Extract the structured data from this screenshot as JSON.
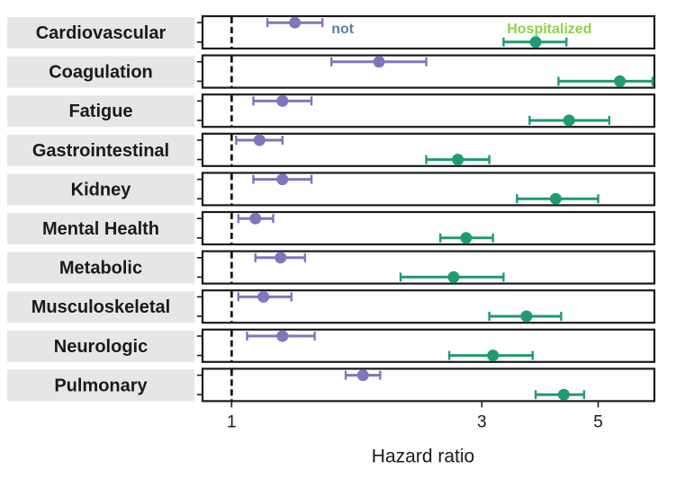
{
  "chart_data": {
    "type": "forest",
    "xlabel": "Hazard ratio",
    "x_scale": "log",
    "xlim": [
      0.88,
      6.4
    ],
    "x_ticks": [
      1,
      3,
      5
    ],
    "x_tick_labels": [
      "1",
      "3",
      "5"
    ],
    "reference_line": 1,
    "legend": [
      {
        "name": "not",
        "color": "#5a7fa8",
        "placement": "top, inside first panel"
      },
      {
        "name": "Hospitalized",
        "color": "#8dd14a",
        "placement": "top, inside first panel"
      }
    ],
    "colors": {
      "not": "#8175bd",
      "Hospitalized": "#1f9a74"
    },
    "categories": [
      "Cardiovascular",
      "Coagulation",
      "Fatigue",
      "Gastrointestinal",
      "Kidney",
      "Mental Health",
      "Metabolic",
      "Musculoskeletal",
      "Neurologic",
      "Pulmonary"
    ],
    "series": [
      {
        "name": "not",
        "points": [
          {
            "category": "Cardiovascular",
            "hr": 1.32,
            "lower": 1.17,
            "upper": 1.49
          },
          {
            "category": "Coagulation",
            "hr": 1.91,
            "lower": 1.55,
            "upper": 2.35
          },
          {
            "category": "Fatigue",
            "hr": 1.25,
            "lower": 1.1,
            "upper": 1.42
          },
          {
            "category": "Gastrointestinal",
            "hr": 1.13,
            "lower": 1.02,
            "upper": 1.25
          },
          {
            "category": "Kidney",
            "hr": 1.25,
            "lower": 1.1,
            "upper": 1.42
          },
          {
            "category": "Mental Health",
            "hr": 1.11,
            "lower": 1.03,
            "upper": 1.2
          },
          {
            "category": "Metabolic",
            "hr": 1.24,
            "lower": 1.11,
            "upper": 1.38
          },
          {
            "category": "Musculoskeletal",
            "hr": 1.15,
            "lower": 1.03,
            "upper": 1.3
          },
          {
            "category": "Neurologic",
            "hr": 1.25,
            "lower": 1.07,
            "upper": 1.44
          },
          {
            "category": "Pulmonary",
            "hr": 1.78,
            "lower": 1.65,
            "upper": 1.92
          }
        ]
      },
      {
        "name": "Hospitalized",
        "points": [
          {
            "category": "Cardiovascular",
            "hr": 3.8,
            "lower": 3.3,
            "upper": 4.35
          },
          {
            "category": "Coagulation",
            "hr": 5.5,
            "lower": 4.2,
            "upper": 6.35
          },
          {
            "category": "Fatigue",
            "hr": 4.4,
            "lower": 3.7,
            "upper": 5.25
          },
          {
            "category": "Gastrointestinal",
            "hr": 2.7,
            "lower": 2.35,
            "upper": 3.1
          },
          {
            "category": "Kidney",
            "hr": 4.15,
            "lower": 3.5,
            "upper": 5.0
          },
          {
            "category": "Mental Health",
            "hr": 2.8,
            "lower": 2.5,
            "upper": 3.15
          },
          {
            "category": "Metabolic",
            "hr": 2.65,
            "lower": 2.1,
            "upper": 3.3
          },
          {
            "category": "Musculoskeletal",
            "hr": 3.65,
            "lower": 3.1,
            "upper": 4.25
          },
          {
            "category": "Neurologic",
            "hr": 3.15,
            "lower": 2.6,
            "upper": 3.75
          },
          {
            "category": "Pulmonary",
            "hr": 4.3,
            "lower": 3.8,
            "upper": 4.7
          }
        ]
      }
    ]
  }
}
